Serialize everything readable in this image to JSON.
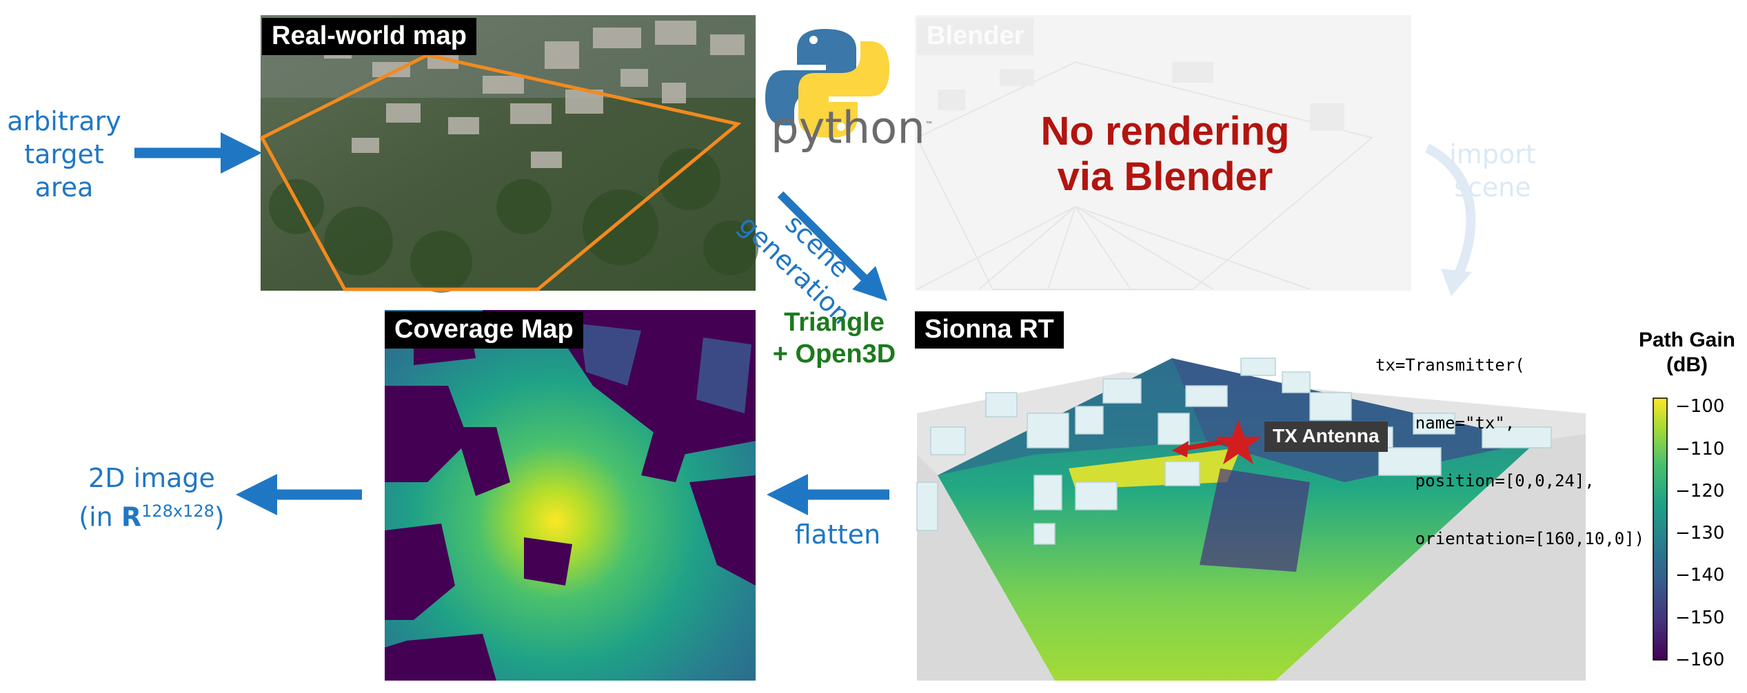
{
  "left_input": {
    "text_lines": [
      "arbitrary",
      "target",
      "area"
    ]
  },
  "real_world_map": {
    "label": "Real-world map"
  },
  "python_logo": {
    "wordmark": "python",
    "tm": "™"
  },
  "scene_generation": {
    "lines": [
      "scene",
      "generation"
    ]
  },
  "triangle_open3d": {
    "lines": [
      "Triangle",
      "+ Open3D"
    ]
  },
  "blender": {
    "label": "Blender",
    "message_lines": [
      "No rendering",
      "via Blender"
    ],
    "import_lines": [
      "import",
      "scene"
    ]
  },
  "coverage_map": {
    "label": "Coverage Map"
  },
  "sionna": {
    "label": "Sionna RT",
    "tx_label": "TX Antenna",
    "code_lines": [
      "tx=Transmitter(",
      "    name=\"tx\",",
      "    position=[0,0,24],",
      "    orientation=[160,10,0])"
    ]
  },
  "flatten": {
    "label": "flatten"
  },
  "output": {
    "line1": "2D image",
    "line2_prefix": "(in ",
    "line2_symbol": "R",
    "line2_sup": "128x128",
    "line2_suffix": ")"
  },
  "colorbar": {
    "title_lines": [
      "Path Gain",
      "(dB)"
    ],
    "ticks": [
      "−100",
      "−110",
      "−120",
      "−130",
      "−140",
      "−150",
      "−160"
    ],
    "tick_values": [
      -100,
      -110,
      -120,
      -130,
      -140,
      -150,
      -160
    ],
    "range": [
      -160,
      -98
    ],
    "colormap": "viridis"
  },
  "colors": {
    "arrow_blue": "#1f77c4",
    "orange_outline": "#f28a1e",
    "red_text": "#b3140f",
    "green_text": "#1c7a1c"
  }
}
